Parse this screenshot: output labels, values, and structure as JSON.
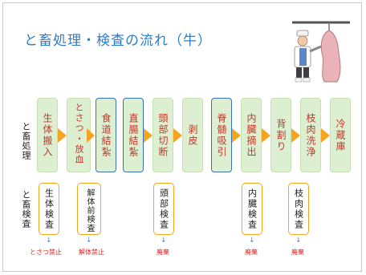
{
  "title": "と畜処理・検査の流れ（牛）",
  "row_labels": {
    "process": "と畜処理",
    "inspection": "と畜検査"
  },
  "steps": [
    {
      "label": "生体搬入"
    },
    {
      "label": "とさつ・放血"
    },
    {
      "label": "食道結紮"
    },
    {
      "label": "直腸結紮"
    },
    {
      "label": "頭部切断"
    },
    {
      "label": "剥皮"
    },
    {
      "label": "脊髄吸引"
    },
    {
      "label": "内臓摘出"
    },
    {
      "label": "背割り"
    },
    {
      "label": "枝肉洗浄"
    },
    {
      "label": "冷蔵庫"
    }
  ],
  "inspections": [
    {
      "label": "生体検査",
      "result": "とさつ禁止"
    },
    {
      "label": "解体前検査",
      "result": "解体禁止"
    },
    {
      "label": "頭部検査",
      "result": "廃棄"
    },
    {
      "label": "内臓検査",
      "result": "廃棄"
    },
    {
      "label": "枝肉検査",
      "result": "廃棄"
    }
  ],
  "down_arrow": "↓",
  "colors": {
    "title": "#2f7dc6",
    "step_fill": "#dcefd0",
    "step_border_blue": "#3d6fb6",
    "step_text": "#c0392b",
    "arrow": "#f5a51d",
    "result_text": "#e02020"
  },
  "illustration": "meat-worker-with-carcass-illustration"
}
